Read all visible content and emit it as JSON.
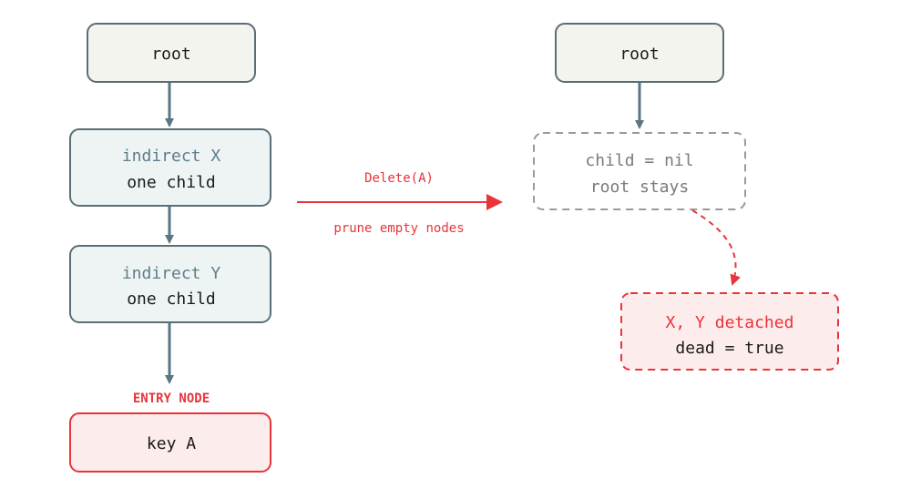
{
  "colors": {
    "neutral_fill": "#f4f4ef",
    "neutral_stroke": "#5a6e78",
    "indirect_fill": "#eef4f4",
    "indirect_text": "#5f7d8a",
    "entry_fill": "#fdecec",
    "accent_red": "#e8343a",
    "gray_text": "#7a7a7a",
    "gray_dash": "#9a9a9a",
    "arrow_gray": "#5a7583",
    "text_dark": "#1a1a1a"
  },
  "left_tree": {
    "root_label": "root",
    "node_x": {
      "title": "indirect X",
      "subtitle": "one child"
    },
    "node_y": {
      "title": "indirect Y",
      "subtitle": "one child"
    },
    "entry_caption": "ENTRY NODE",
    "entry_node_label": "key A"
  },
  "operation": {
    "label_top": "Delete(A)",
    "label_bottom": "prune empty nodes"
  },
  "right_tree": {
    "root_label": "root",
    "child_node": {
      "line1": "child = nil",
      "line2": "root stays"
    },
    "detached_node": {
      "line1": "X, Y detached",
      "line2": "dead = true"
    }
  }
}
